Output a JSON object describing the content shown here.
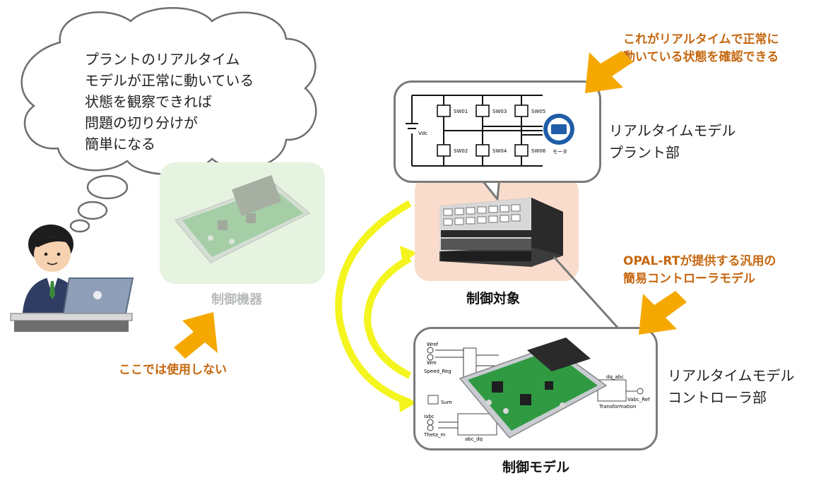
{
  "thought_bubble": {
    "lines": [
      "プラントのリアルタイム",
      "モデルが正常に動いている",
      "状態を観察できれば",
      "問題の切り分けが",
      "簡単になる"
    ]
  },
  "labels": {
    "device_faded": "制御機器",
    "not_used_note": "ここでは使用しない",
    "control_target": "制御対象",
    "control_model": "制御モデル"
  },
  "plant_callout": {
    "side_label_lines": [
      "リアルタイムモデル",
      "プラント部"
    ],
    "orange_note_lines": [
      "これがリアルタイムで正常に",
      "動いている状態を確認できる"
    ],
    "circuit": {
      "switches": [
        "SW01",
        "SW03",
        "SW05",
        "SW02",
        "SW04",
        "SW06"
      ],
      "dc_label": "Vdc",
      "motor_label": "モータ"
    }
  },
  "controller_callout": {
    "side_label_lines": [
      "リアルタイムモデル",
      "コントローラ部"
    ],
    "orange_note_lines": [
      "OPAL-RTが提供する汎用の",
      "簡易コントローラモデル"
    ],
    "block_texts": {
      "wref": "Wref",
      "wm": "Wm",
      "speed_reg": "Speed_Reg",
      "iabc": "Iabc",
      "theta_m": "Theta_m",
      "transformation": "Transformation",
      "abc_dq": "abc_dq",
      "dq_abc": "dq_abc",
      "vabc_ref": "Vabc_Ref",
      "sum": "Sum"
    }
  },
  "colors": {
    "arrow_orange": "#f5a800",
    "note_orange": "#c5670f",
    "loop_yellow": "#f4f41e",
    "callout_border": "#7a7a7a",
    "target_bg": "#f9dccb",
    "device_bg": "#e6f3e0"
  },
  "icons": [
    "person-at-laptop-icon",
    "ecu-board-icon",
    "opal-rt-simulator-icon",
    "motor-icon"
  ]
}
